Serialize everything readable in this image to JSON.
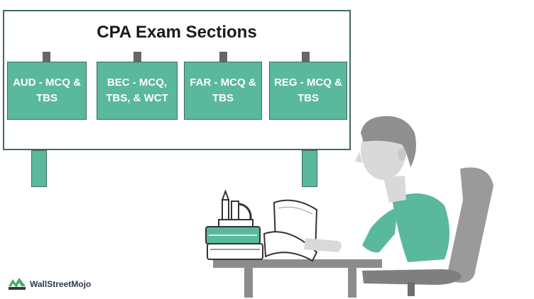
{
  "board": {
    "title": "CPA Exam Sections",
    "sections": [
      "AUD - MCQ &\nTBS",
      "BEC - MCQ,\nTBS, & WCT",
      "FAR - MCQ &\nTBS",
      "REG - MCQ &\nTBS"
    ]
  },
  "brand": {
    "name": "WallStreetMojo"
  },
  "colors": {
    "accent": "#5ab89c",
    "border": "#3f6b5a",
    "gray": "#8c8c8c"
  }
}
